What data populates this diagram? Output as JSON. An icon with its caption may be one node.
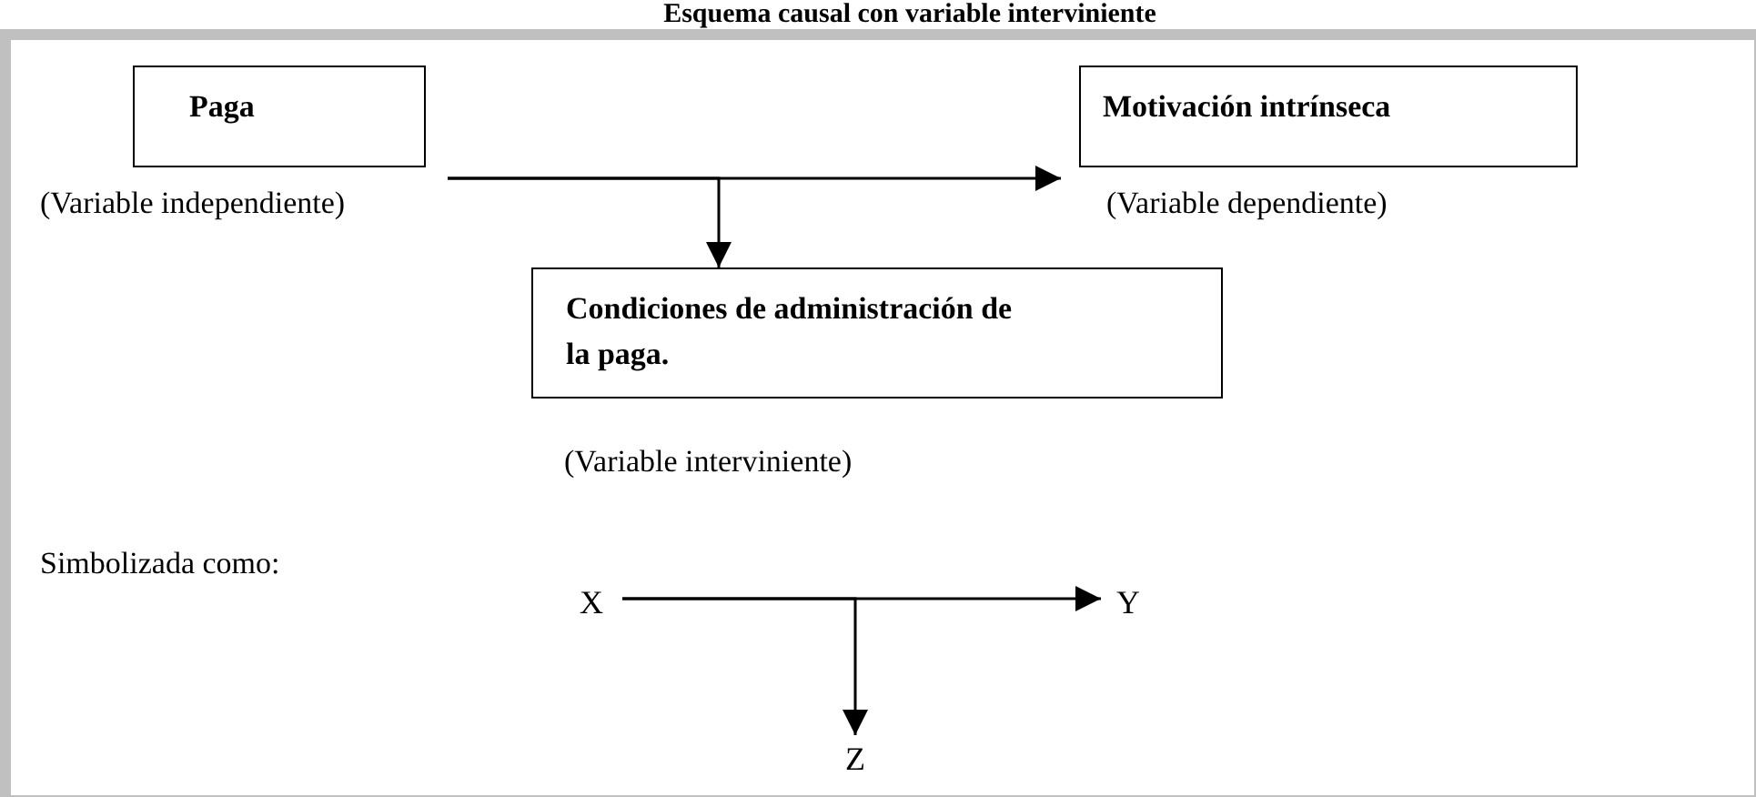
{
  "diagram": {
    "title": "Esquema causal con variable interviniente",
    "nodes": [
      {
        "text": [
          "Paga"
        ],
        "beside": [
          "(Variable independiente)"
        ]
      },
      {
        "text": [
          "Motivación intrínseca"
        ],
        "beside": [
          "(Variable dependiente)"
        ]
      },
      {
        "text": [
          "Condiciones de administración de la paga."
        ],
        "beside": [
          "(Variable interviniente)"
        ]
      },
      {
        "text": [
          "X"
        ]
      },
      {
        "text": [
          "Y"
        ]
      },
      {
        "text": [
          "Z"
        ]
      }
    ],
    "edges": [
      {
        "from": 0,
        "to": 1,
        "arrow": "to"
      },
      {
        "from": 0,
        "to": 2,
        "arrow": "to"
      },
      {
        "from": 3,
        "to": 4,
        "arrow": "to"
      },
      {
        "from": 3,
        "to": 5,
        "arrow": "to"
      }
    ],
    "labels": [
      "Simbolizada como:"
    ]
  }
}
